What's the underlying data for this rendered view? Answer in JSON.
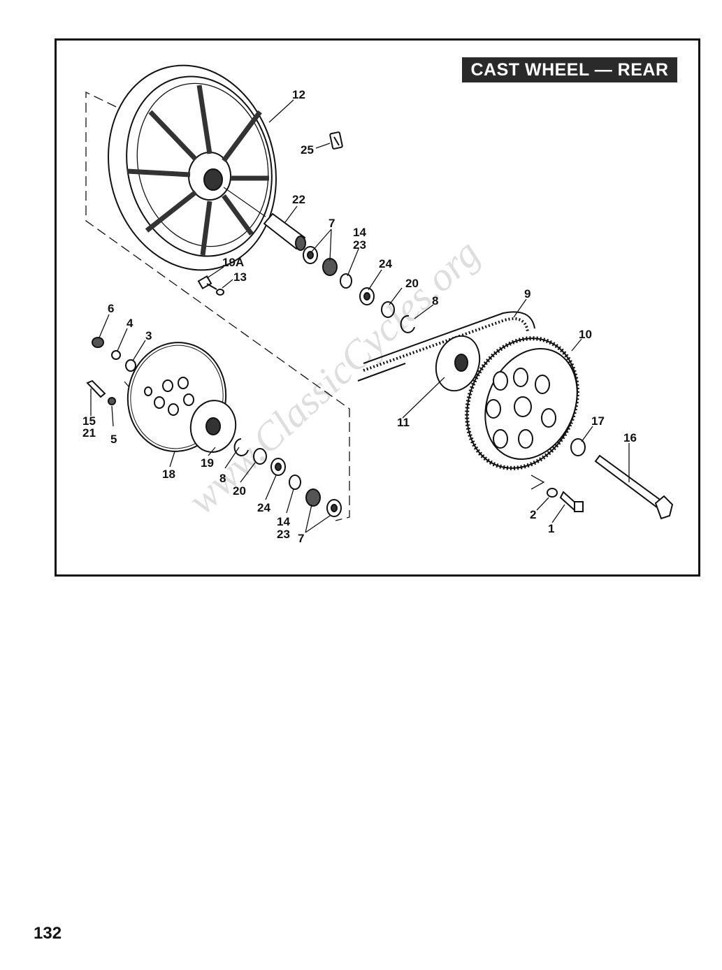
{
  "title": "CAST WHEEL — REAR",
  "page_number": "132",
  "watermark": "www.ClassicCycles.org",
  "callouts": {
    "c1": "1",
    "c2": "2",
    "c3": "3",
    "c4": "4",
    "c5": "5",
    "c6": "6",
    "c7a": "7",
    "c7b": "7",
    "c8a": "8",
    "c8b": "8",
    "c9": "9",
    "c10": "10",
    "c11": "11",
    "c12": "12",
    "c13": "13",
    "c14a": "14",
    "c14b": "14",
    "c15": "15",
    "c16": "16",
    "c17": "17",
    "c18": "18",
    "c19": "19",
    "c19a": "19A",
    "c20a": "20",
    "c20b": "20",
    "c21": "21",
    "c22": "22",
    "c23a": "23",
    "c23b": "23",
    "c24a": "24",
    "c24b": "24",
    "c25": "25"
  }
}
